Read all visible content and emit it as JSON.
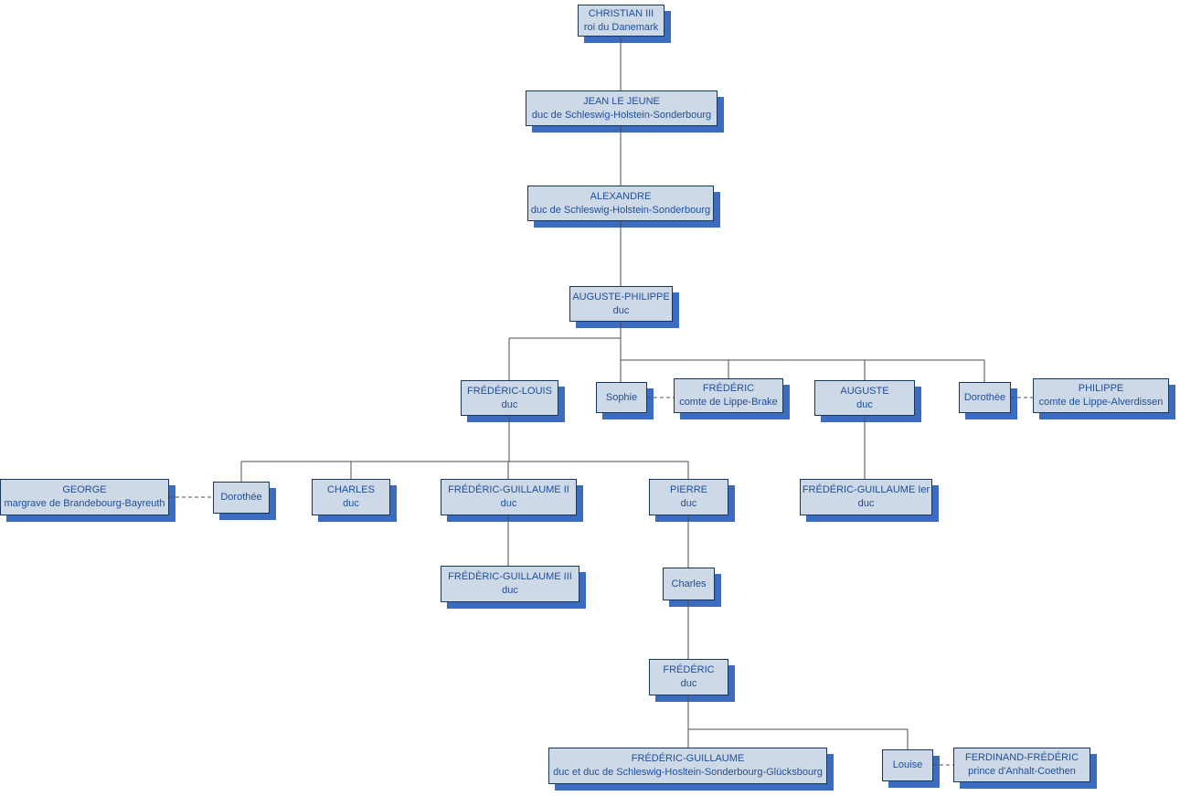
{
  "colors": {
    "node_fill": "#cdd9e6",
    "node_border": "#16365c",
    "node_shadow": "#3b6cbf",
    "node_text": "#1f4e9b",
    "connector_line": "#4d4d4d",
    "background": "#ffffff"
  },
  "nodes": [
    {
      "id": "christian-iii",
      "name": "CHRISTIAN III",
      "title": "roi du Danemark"
    },
    {
      "id": "jean-le-jeune",
      "name": "JEAN LE JEUNE",
      "title": "duc de Schleswig-Holstein-Sonderbourg"
    },
    {
      "id": "alexandre",
      "name": "ALEXANDRE",
      "title": "duc de Schleswig-Holstein-Sonderbourg"
    },
    {
      "id": "auguste-philippe",
      "name": "AUGUSTE-PHILIPPE",
      "title": "duc"
    },
    {
      "id": "frederic-louis",
      "name": "FRÉDÉRIC-LOUIS",
      "title": "duc"
    },
    {
      "id": "sophie",
      "name": "Sophie"
    },
    {
      "id": "frederic-lippe-brake",
      "name": "FRÉDÉRIC",
      "title": "comte de Lippe-Brake"
    },
    {
      "id": "auguste",
      "name": "AUGUSTE",
      "title": "duc"
    },
    {
      "id": "dorothee-lippe",
      "name": "Dorothée"
    },
    {
      "id": "philippe",
      "name": "PHILIPPE",
      "title": "comte de Lippe-Alverdissen"
    },
    {
      "id": "george",
      "name": "GEORGE",
      "title": "margrave de Brandebourg-Bayreuth"
    },
    {
      "id": "dorothee-brandebourg",
      "name": "Dorothée"
    },
    {
      "id": "charles-duc",
      "name": "CHARLES",
      "title": "duc"
    },
    {
      "id": "frederic-guillaume-ii",
      "name": "FRÉDÉRIC-GUILLAUME II",
      "title": "duc"
    },
    {
      "id": "pierre",
      "name": "PIERRE",
      "title": "duc"
    },
    {
      "id": "frederic-guillaume-ier",
      "name": "FRÉDÉRIC-GUILLAUME Ier",
      "title": "duc"
    },
    {
      "id": "frederic-guillaume-iii",
      "name": "FRÉDÈRIC-GUILLAUME III",
      "title": "duc"
    },
    {
      "id": "charles",
      "name": "Charles"
    },
    {
      "id": "frederic-duc",
      "name": "FRÉDÉRIC",
      "title": "duc"
    },
    {
      "id": "frederic-guillaume",
      "name": "FRÉDÉRIC-GUILLAUME",
      "title": "duc et duc de Schleswig-Hosltein-Sonderbourg-Glücksbourg"
    },
    {
      "id": "louise",
      "name": "Louise"
    },
    {
      "id": "ferdinand-frederic",
      "name": "FERDINAND-FRÉDÉRIC",
      "title": "prince d'Anhalt-Coethen"
    }
  ]
}
